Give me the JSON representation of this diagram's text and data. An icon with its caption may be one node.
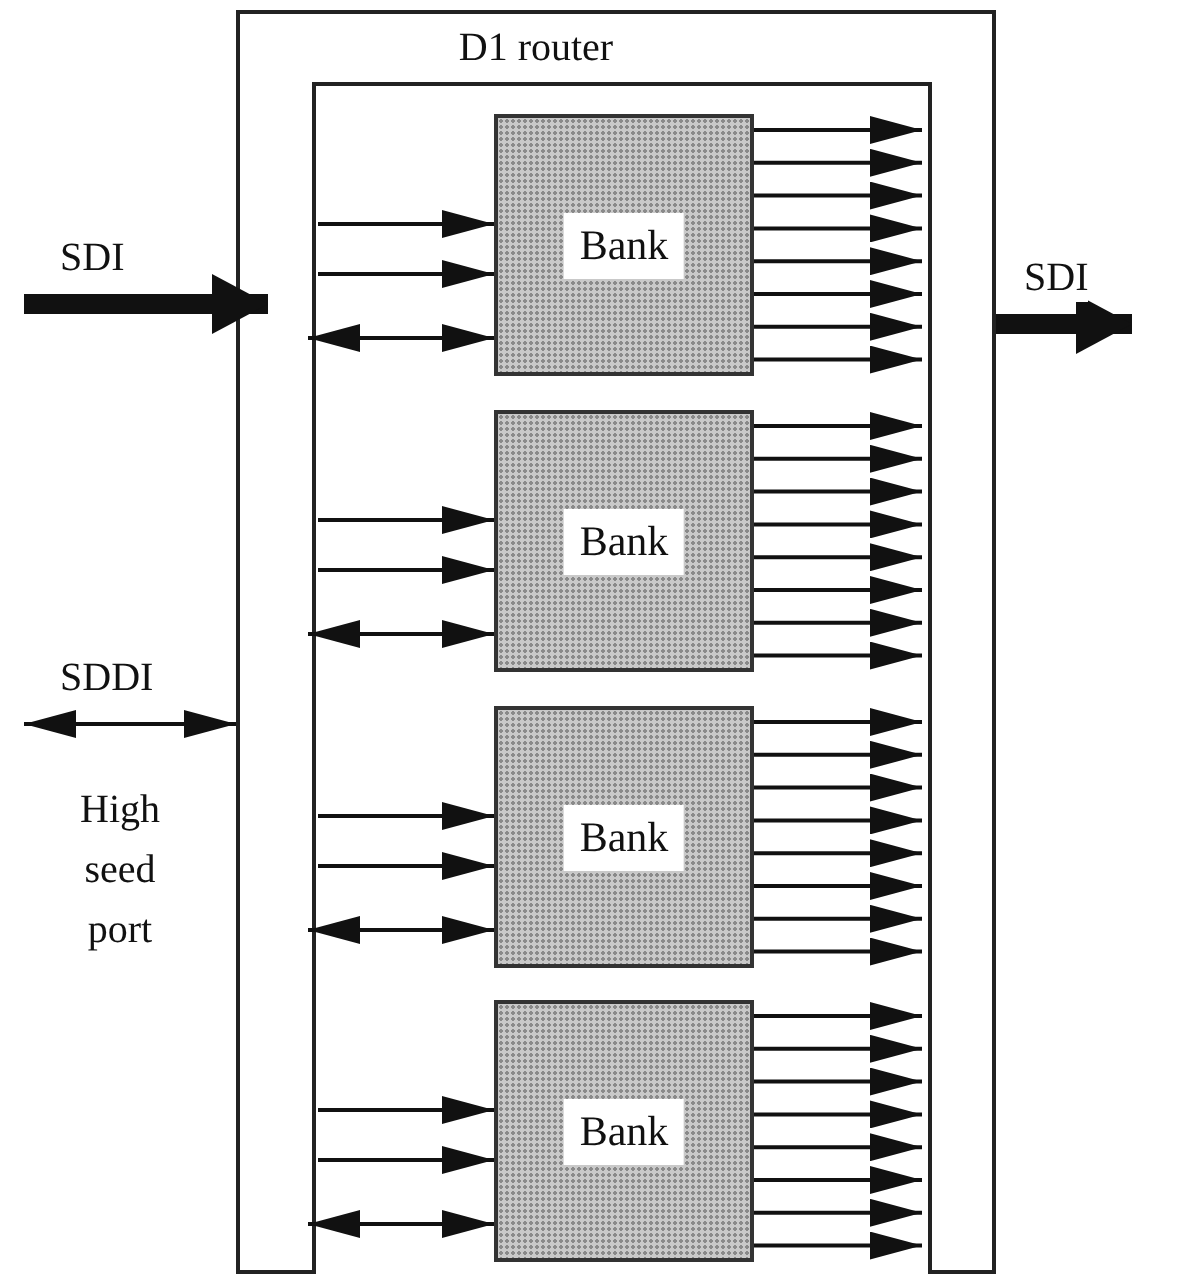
{
  "diagram": {
    "nodes": [
      {
        "text": [
          "D1 router"
        ]
      },
      {
        "text": [
          "Bank"
        ],
        "in": 0
      },
      {
        "text": [
          "Bank"
        ],
        "in": 0
      },
      {
        "text": [
          "Bank"
        ],
        "in": 0
      },
      {
        "text": [
          "Bank"
        ],
        "in": 0
      }
    ],
    "edges": [
      {
        "from": null,
        "to": 0,
        "arrow": "to",
        "label": "SDI",
        "style": "thick"
      },
      {
        "from": 0,
        "to": null,
        "arrow": "to",
        "label": "SDI",
        "style": "thick"
      },
      {
        "from": null,
        "to": 0,
        "arrow": "both",
        "label": "SDDI"
      },
      {
        "from": null,
        "to": 1,
        "arrow": "to"
      },
      {
        "from": null,
        "to": 1,
        "arrow": "to"
      },
      {
        "from": null,
        "to": 1,
        "arrow": "both"
      },
      {
        "from": 1,
        "to": null,
        "arrow": "to"
      },
      {
        "from": 1,
        "to": null,
        "arrow": "to"
      },
      {
        "from": 1,
        "to": null,
        "arrow": "to"
      },
      {
        "from": 1,
        "to": null,
        "arrow": "to"
      },
      {
        "from": 1,
        "to": null,
        "arrow": "to"
      },
      {
        "from": 1,
        "to": null,
        "arrow": "to"
      },
      {
        "from": 1,
        "to": null,
        "arrow": "to"
      },
      {
        "from": 1,
        "to": null,
        "arrow": "to"
      },
      {
        "from": null,
        "to": 2,
        "arrow": "to"
      },
      {
        "from": null,
        "to": 2,
        "arrow": "to"
      },
      {
        "from": null,
        "to": 2,
        "arrow": "both"
      },
      {
        "from": 2,
        "to": null,
        "arrow": "to"
      },
      {
        "from": 2,
        "to": null,
        "arrow": "to"
      },
      {
        "from": 2,
        "to": null,
        "arrow": "to"
      },
      {
        "from": 2,
        "to": null,
        "arrow": "to"
      },
      {
        "from": 2,
        "to": null,
        "arrow": "to"
      },
      {
        "from": 2,
        "to": null,
        "arrow": "to"
      },
      {
        "from": 2,
        "to": null,
        "arrow": "to"
      },
      {
        "from": 2,
        "to": null,
        "arrow": "to"
      },
      {
        "from": null,
        "to": 3,
        "arrow": "to"
      },
      {
        "from": null,
        "to": 3,
        "arrow": "to"
      },
      {
        "from": null,
        "to": 3,
        "arrow": "both"
      },
      {
        "from": 3,
        "to": null,
        "arrow": "to"
      },
      {
        "from": 3,
        "to": null,
        "arrow": "to"
      },
      {
        "from": 3,
        "to": null,
        "arrow": "to"
      },
      {
        "from": 3,
        "to": null,
        "arrow": "to"
      },
      {
        "from": 3,
        "to": null,
        "arrow": "to"
      },
      {
        "from": 3,
        "to": null,
        "arrow": "to"
      },
      {
        "from": 3,
        "to": null,
        "arrow": "to"
      },
      {
        "from": 3,
        "to": null,
        "arrow": "to"
      },
      {
        "from": null,
        "to": 4,
        "arrow": "to"
      },
      {
        "from": null,
        "to": 4,
        "arrow": "to"
      },
      {
        "from": null,
        "to": 4,
        "arrow": "both"
      },
      {
        "from": 4,
        "to": null,
        "arrow": "to"
      },
      {
        "from": 4,
        "to": null,
        "arrow": "to"
      },
      {
        "from": 4,
        "to": null,
        "arrow": "to"
      },
      {
        "from": 4,
        "to": null,
        "arrow": "to"
      },
      {
        "from": 4,
        "to": null,
        "arrow": "to"
      },
      {
        "from": 4,
        "to": null,
        "arrow": "to"
      },
      {
        "from": 4,
        "to": null,
        "arrow": "to"
      },
      {
        "from": 4,
        "to": null,
        "arrow": "to"
      }
    ],
    "labels": [
      "High seed port"
    ]
  }
}
